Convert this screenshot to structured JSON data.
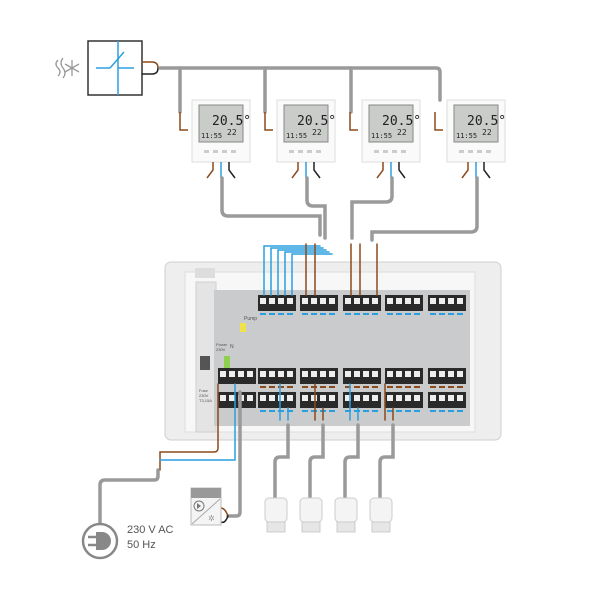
{
  "thermostats": [
    {
      "temp": "20.5",
      "unit": "°",
      "time": "11:55",
      "setpoint": "22"
    },
    {
      "temp": "20.5",
      "unit": "°",
      "time": "11:55",
      "setpoint": "22"
    },
    {
      "temp": "20.5",
      "unit": "°",
      "time": "11:55",
      "setpoint": "22"
    },
    {
      "temp": "20.5",
      "unit": "°",
      "time": "11:55",
      "setpoint": "22"
    }
  ],
  "controller": {
    "pump_label": "Pump",
    "neutral_label": "N",
    "power_label": "Power",
    "power_voltage": "230V",
    "fuse_label": "Fuse",
    "fuse_voltage": "230V",
    "fuse_rating": "T3,15A"
  },
  "power_supply": {
    "voltage": "230 V AC",
    "frequency": "50 Hz"
  },
  "colors": {
    "wire_gray": "#9a9a9a",
    "wire_brown": "#8b4a1c",
    "wire_blue": "#2a9fe0",
    "wire_black": "#222222",
    "housing": "#e8e8e8",
    "panel": "#c9cbcc",
    "indicator_green": "#8fd14f",
    "indicator_yellow": "#f2e24a"
  }
}
